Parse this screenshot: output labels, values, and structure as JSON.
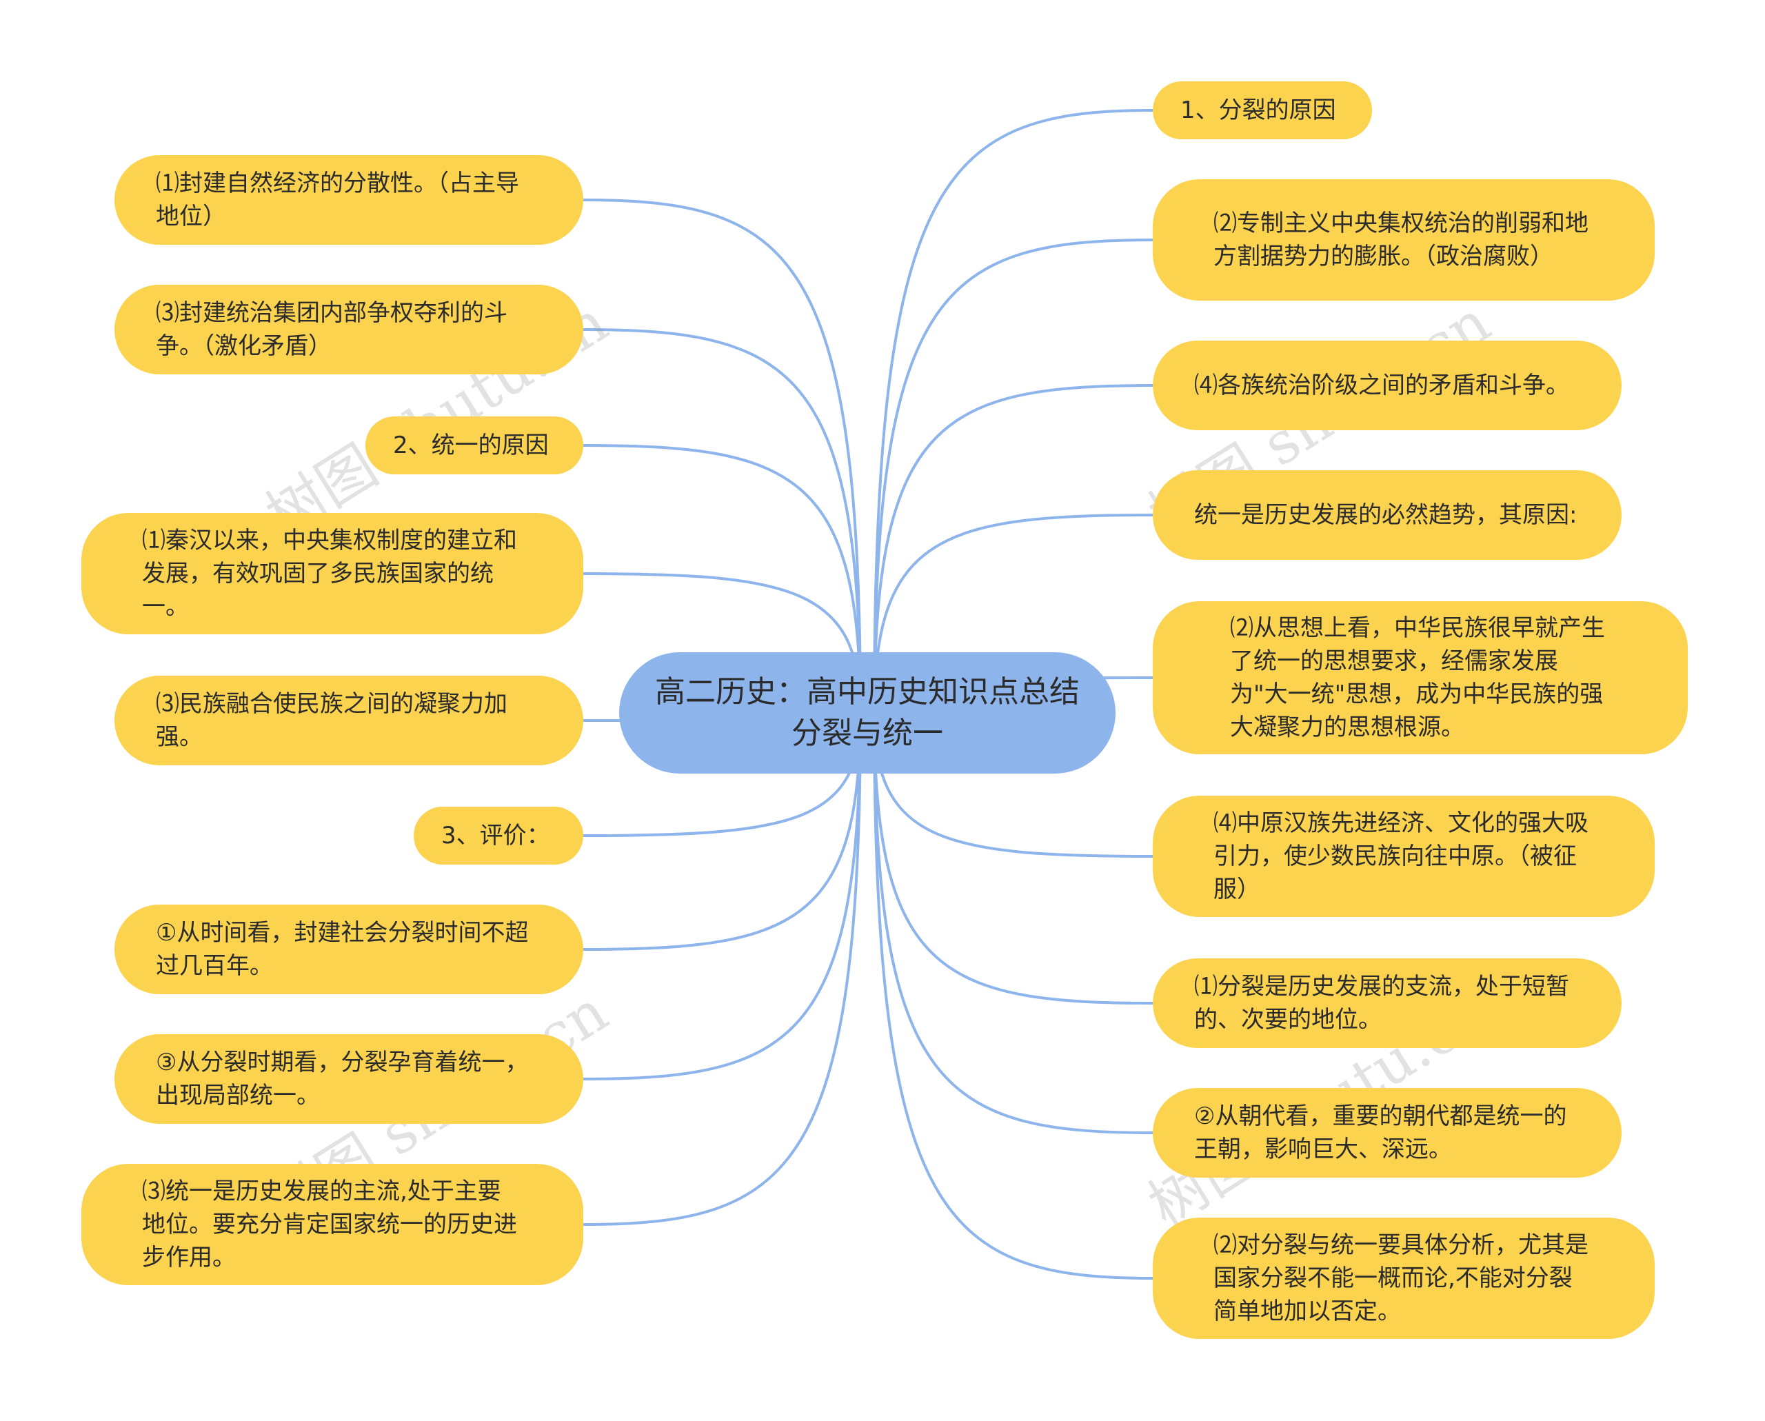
{
  "center": "高二历史：高中历史知识点总结分裂与统一",
  "watermark": "树图 shutu.cn",
  "left_nodes": [
    "⑴封建自然经济的分散性。（占主导地位）",
    "⑶封建统治集团内部争权夺利的斗争。（激化矛盾）",
    "2、统一的原因",
    "⑴秦汉以来，中央集权制度的建立和发展，有效巩固了多民族国家的统一。",
    "⑶民族融合使民族之间的凝聚力加强。",
    "3、评价：",
    "①从时间看，封建社会分裂时间不超过几百年。",
    "③从分裂时期看，分裂孕育着统一，出现局部统一。",
    "⑶统一是历史发展的主流,处于主要地位。要充分肯定国家统一的历史进步作用。"
  ],
  "right_nodes": [
    "1、分裂的原因",
    "⑵专制主义中央集权统治的削弱和地方割据势力的膨胀。（政治腐败）",
    "⑷各族统治阶级之间的矛盾和斗争。",
    "统一是历史发展的必然趋势，其原因:",
    "⑵从思想上看，中华民族很早就产生了统一的思想要求，经儒家发展为\"大一统\"思想，成为中华民族的强大凝聚力的思想根源。",
    "⑷中原汉族先进经济、文化的强大吸引力，使少数民族向往中原。（被征服）",
    "⑴分裂是历史发展的支流，处于短暂的、次要的地位。",
    "②从朝代看，重要的朝代都是统一的王朝，影响巨大、深远。",
    "⑵对分裂与统一要具体分析，尤其是国家分裂不能一概而论,不能对分裂简单地加以否定。"
  ],
  "colors": {
    "node": "#FCD34E",
    "center": "#8EB4EC",
    "edge": "#8EB4EC"
  }
}
